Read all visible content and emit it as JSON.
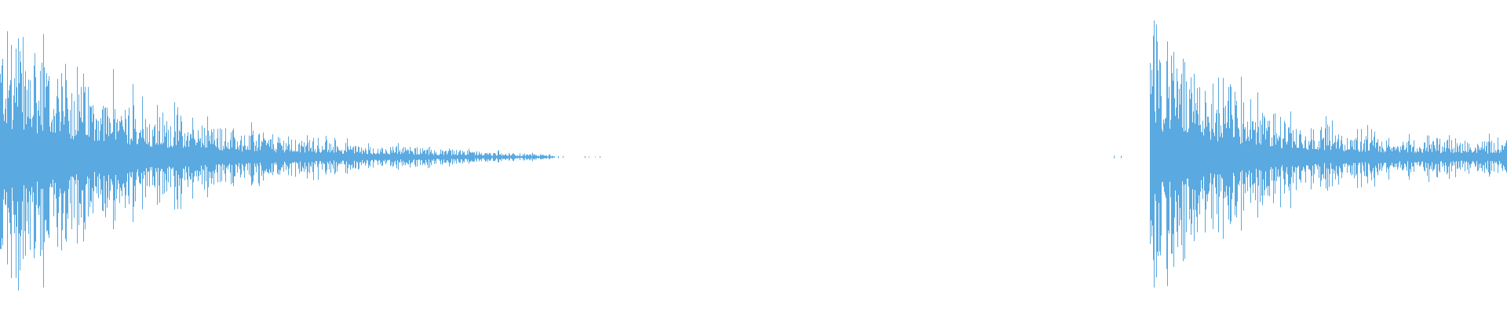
{
  "waveform": {
    "color": "#5aa9e0",
    "background": "#ffffff",
    "amplitude_range": [
      -1,
      1
    ],
    "duration_fraction_range": [
      0,
      1
    ],
    "segments": [
      {
        "start": 0.0,
        "end": 0.4,
        "peak": 0.95,
        "decay": "exponential",
        "min_level": 0.02
      },
      {
        "start": 0.737,
        "end": 0.745,
        "peak": 0.01,
        "decay": "flat",
        "min_level": 0.0
      },
      {
        "start": 0.763,
        "end": 1.0,
        "peak": 0.96,
        "decay": "exponential",
        "min_level": 0.1
      }
    ]
  }
}
